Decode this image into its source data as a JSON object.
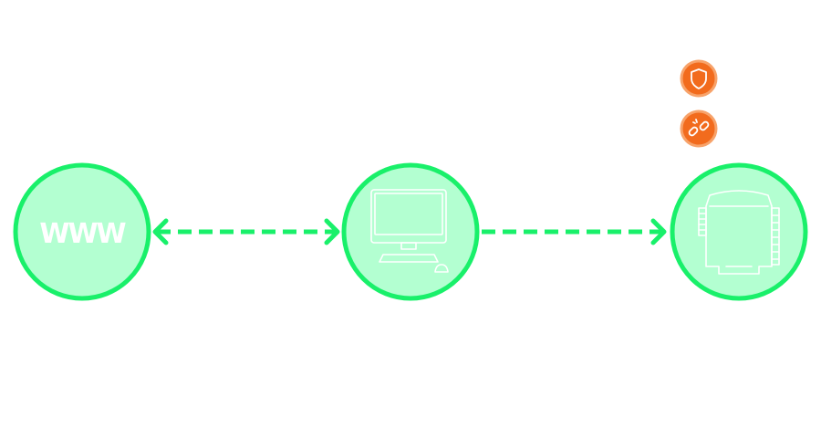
{
  "diagram": {
    "nodes": [
      {
        "id": "internet",
        "label": "WWW",
        "icon": "www-text"
      },
      {
        "id": "computer",
        "label": "",
        "icon": "desktop-computer-icon"
      },
      {
        "id": "device",
        "label": "",
        "icon": "io-device-icon"
      }
    ],
    "edges": [
      {
        "from": "internet",
        "to": "computer",
        "style": "dashed",
        "direction": "bidirectional"
      },
      {
        "from": "computer",
        "to": "device",
        "style": "dashed",
        "direction": "forward"
      }
    ],
    "badges": [
      {
        "icon": "shield-icon",
        "color": "#f26b1d"
      },
      {
        "icon": "broken-link-icon",
        "color": "#f26b1d"
      }
    ]
  },
  "colors": {
    "node_fill": "#b3ffd1",
    "node_stroke": "#19f06a",
    "badge": "#f26b1d",
    "icon": "#ffffff"
  }
}
